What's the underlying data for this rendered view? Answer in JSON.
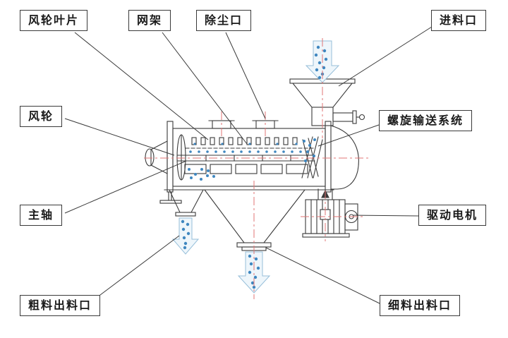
{
  "diagram": {
    "labels": [
      {
        "id": "wind-wheel-blade",
        "text": "风轮叶片"
      },
      {
        "id": "mesh-frame",
        "text": "网架"
      },
      {
        "id": "dust-removal-port",
        "text": "除尘口"
      },
      {
        "id": "feed-inlet",
        "text": "进料口"
      },
      {
        "id": "wind-wheel",
        "text": "风轮"
      },
      {
        "id": "screw-conveyor-system",
        "text": "螺旋输送系统"
      },
      {
        "id": "main-shaft",
        "text": "主轴"
      },
      {
        "id": "drive-motor",
        "text": "驱动电机"
      },
      {
        "id": "coarse-material-outlet",
        "text": "粗料出料口"
      },
      {
        "id": "fine-material-outlet",
        "text": "细料出料口"
      }
    ],
    "colors": {
      "line": "#3a3a3a",
      "centerline": "#e07474",
      "particle": "#3f87c0",
      "arrow_fill": "#eef6fb",
      "arrow_stroke": "#97bfda",
      "background": "#ffffff"
    }
  }
}
